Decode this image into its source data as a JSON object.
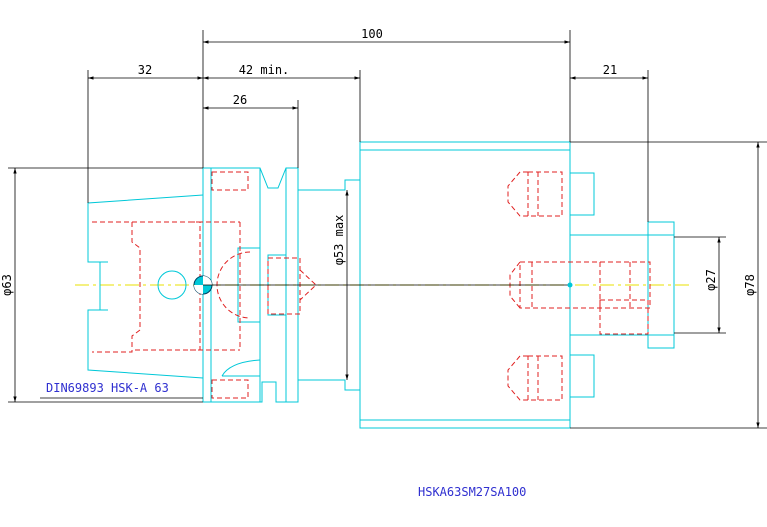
{
  "drawing": {
    "dims": {
      "overall_length": "100",
      "left_flange": "32",
      "min_depth": "42 min.",
      "shank_depth": "26",
      "right_stub": "21",
      "dia_taper": "φ63",
      "dia_max": "φ53 max",
      "dia_body": "φ78",
      "dia_bore": "φ27"
    },
    "standard_label": "DIN69893 HSK-A 63",
    "part_number": "HSKA63SM27SA100"
  },
  "colors": {
    "outline": "#00c8d8",
    "hidden": "#e02020",
    "dimension": "#000000",
    "centerline": "#e8e000",
    "label": "#3030d0"
  }
}
